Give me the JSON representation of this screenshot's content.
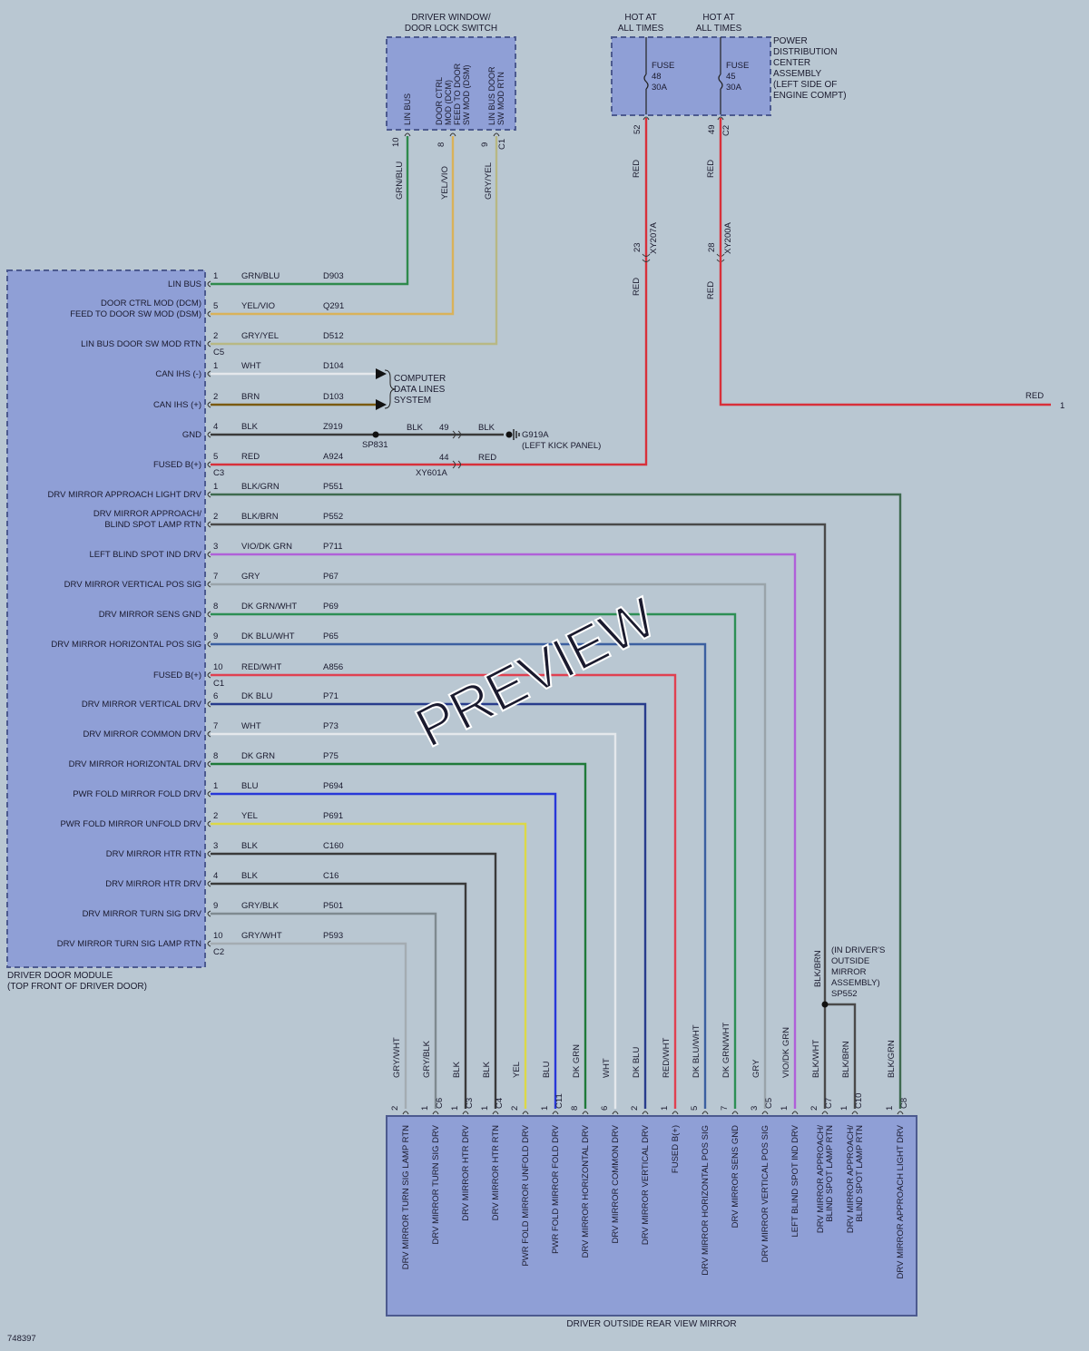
{
  "ddm": {
    "title_line1": "DRIVER DOOR MODULE",
    "title_line2": "(TOP FRONT OF DRIVER DOOR)",
    "pins": [
      {
        "label": "LIN BUS",
        "pin": "1",
        "wire": "GRN/BLU",
        "circuit": "D903"
      },
      {
        "label": "DOOR CTRL MOD (DCM)\nFEED TO DOOR SW MOD (DSM)",
        "pin": "5",
        "wire": "YEL/VIO",
        "circuit": "Q291"
      },
      {
        "label": "LIN BUS DOOR SW MOD RTN",
        "pin": "2",
        "wire": "GRY/YEL",
        "circuit": "D512",
        "connector": "C5"
      },
      {
        "label": "CAN IHS (-)",
        "pin": "1",
        "wire": "WHT",
        "circuit": "D104"
      },
      {
        "label": "CAN IHS (+)",
        "pin": "2",
        "wire": "BRN",
        "circuit": "D103"
      },
      {
        "label": "GND",
        "pin": "4",
        "wire": "BLK",
        "circuit": "Z919"
      },
      {
        "label": "FUSED B(+)",
        "pin": "5",
        "wire": "RED",
        "circuit": "A924",
        "connector": "C3"
      },
      {
        "label": "DRV MIRROR APPROACH LIGHT DRV",
        "pin": "1",
        "wire": "BLK/GRN",
        "circuit": "P551"
      },
      {
        "label": "DRV MIRROR APPROACH/\nBLIND SPOT LAMP RTN",
        "pin": "2",
        "wire": "BLK/BRN",
        "circuit": "P552"
      },
      {
        "label": "LEFT BLIND SPOT IND DRV",
        "pin": "3",
        "wire": "VIO/DK GRN",
        "circuit": "P711"
      },
      {
        "label": "DRV MIRROR VERTICAL POS SIG",
        "pin": "7",
        "wire": "GRY",
        "circuit": "P67"
      },
      {
        "label": "DRV MIRROR SENS GND",
        "pin": "8",
        "wire": "DK GRN/WHT",
        "circuit": "P69"
      },
      {
        "label": "DRV MIRROR HORIZONTAL POS SIG",
        "pin": "9",
        "wire": "DK BLU/WHT",
        "circuit": "P65"
      },
      {
        "label": "FUSED B(+)",
        "pin": "10",
        "wire": "RED/WHT",
        "circuit": "A856",
        "connector": "C1"
      },
      {
        "label": "DRV MIRROR VERTICAL DRV",
        "pin": "6",
        "wire": "DK BLU",
        "circuit": "P71"
      },
      {
        "label": "DRV MIRROR COMMON DRV",
        "pin": "7",
        "wire": "WHT",
        "circuit": "P73"
      },
      {
        "label": "DRV MIRROR HORIZONTAL DRV",
        "pin": "8",
        "wire": "DK GRN",
        "circuit": "P75"
      },
      {
        "label": "PWR FOLD MIRROR FOLD DRV",
        "pin": "1",
        "wire": "BLU",
        "circuit": "P694"
      },
      {
        "label": "PWR FOLD MIRROR UNFOLD DRV",
        "pin": "2",
        "wire": "YEL",
        "circuit": "P691"
      },
      {
        "label": "DRV MIRROR HTR RTN",
        "pin": "3",
        "wire": "BLK",
        "circuit": "C160"
      },
      {
        "label": "DRV MIRROR HTR DRV",
        "pin": "4",
        "wire": "BLK",
        "circuit": "C16"
      },
      {
        "label": "DRV MIRROR TURN SIG DRV",
        "pin": "9",
        "wire": "GRY/BLK",
        "circuit": "P501"
      },
      {
        "label": "DRV MIRROR TURN SIG LAMP RTN",
        "pin": "10",
        "wire": "GRY/WHT",
        "circuit": "P593",
        "connector": "C2"
      }
    ]
  },
  "switch": {
    "title_line1": "DRIVER WINDOW/",
    "title_line2": "DOOR LOCK SWITCH",
    "pins": [
      {
        "label": "LIN BUS",
        "pin": "10",
        "wire": "GRN/BLU"
      },
      {
        "label": "DOOR CTRL\nMOD (DCM)\nFEED TO DOOR\nSW MOD (DSM)",
        "pin": "8",
        "wire": "YEL/VIO"
      },
      {
        "label": "LIN BUS DOOR\nSW MOD RTN",
        "pin": "9",
        "wire": "GRY/YEL"
      }
    ],
    "connector": "C1"
  },
  "pdc": {
    "title": "POWER\nDISTRIBUTION\nCENTER\nASSEMBLY\n(LEFT SIDE OF\nENGINE COMPT)",
    "hot1": "HOT AT\nALL TIMES",
    "hot2": "HOT AT\nALL TIMES",
    "fuse1": "FUSE\n48\n30A",
    "fuse2": "FUSE\n45\n30A",
    "pin1": "52",
    "pin2": "49",
    "connector": "C2",
    "wire": "RED",
    "inline1_pin": "23",
    "inline1_conn": "XY207A",
    "inline2_pin": "28",
    "inline2_conn": "XY200A",
    "out_wire": "RED",
    "out_ref": "1"
  },
  "can": {
    "label": "COMPUTER\nDATA LINES\nSYSTEM"
  },
  "ground": {
    "splice": "SP831",
    "wire1": "BLK",
    "pin": "49",
    "wire2": "BLK",
    "label": "G919A\n(LEFT KICK PANEL)"
  },
  "fused_inline": {
    "pin": "44",
    "conn": "XY601A",
    "wire": "RED"
  },
  "mirror_splice": {
    "label": "(IN DRIVER'S\nOUTSIDE\nMIRROR\nASSEMBLY)\nSP552",
    "wire": "BLK/BRN"
  },
  "mirror": {
    "title": "DRIVER OUTSIDE REAR VIEW MIRROR",
    "pins": [
      {
        "label": "DRV MIRROR TURN SIG LAMP RTN",
        "pin": "2",
        "wire": "GRY/WHT"
      },
      {
        "label": "DRV MIRROR TURN SIG DRV",
        "pin": "1",
        "wire": "GRY/BLK",
        "connector": "C6"
      },
      {
        "label": "DRV MIRROR HTR DRV",
        "pin": "1",
        "wire": "BLK",
        "connector": "C3"
      },
      {
        "label": "DRV MIRROR HTR RTN",
        "pin": "1",
        "wire": "BLK",
        "connector": "C4"
      },
      {
        "label": "PWR FOLD MIRROR UNFOLD DRV",
        "pin": "2",
        "wire": "YEL"
      },
      {
        "label": "PWR FOLD MIRROR FOLD DRV",
        "pin": "1",
        "wire": "BLU",
        "connector": "C11"
      },
      {
        "label": "DRV MIRROR HORIZONTAL DRV",
        "pin": "8",
        "wire": "DK GRN"
      },
      {
        "label": "DRV MIRROR COMMON DRV",
        "pin": "6",
        "wire": "WHT"
      },
      {
        "label": "DRV MIRROR VERTICAL DRV",
        "pin": "2",
        "wire": "DK BLU"
      },
      {
        "label": "FUSED B(+)",
        "pin": "1",
        "wire": "RED/WHT"
      },
      {
        "label": "DRV MIRROR HORIZONTAL POS SIG",
        "pin": "5",
        "wire": "DK BLU/WHT"
      },
      {
        "label": "DRV MIRROR SENS GND",
        "pin": "7",
        "wire": "DK GRN/WHT"
      },
      {
        "label": "DRV MIRROR VERTICAL POS SIG",
        "pin": "3",
        "wire": "GRY",
        "connector": "C5"
      },
      {
        "label": "LEFT BLIND SPOT IND DRV",
        "pin": "1",
        "wire": "VIO/DK GRN"
      },
      {
        "label": "DRV MIRROR APPROACH/\nBLIND SPOT LAMP RTN",
        "pin": "2",
        "wire": "BLK/WHT",
        "connector": "C7"
      },
      {
        "label": "DRV MIRROR APPROACH/\nBLIND SPOT LAMP RTN",
        "pin": "1",
        "wire": "BLK/BRN",
        "connector": "C10"
      },
      {
        "label": "DRV MIRROR APPROACH LIGHT DRV",
        "pin": "1",
        "wire": "BLK/GRN",
        "connector": "C8"
      }
    ]
  },
  "watermark": "PREVIEW",
  "figure_id": "748397",
  "colors": {
    "GRN/BLU": "#2f8a4c",
    "YEL/VIO": "#d9b25a",
    "GRY/YEL": "#b8b884",
    "WHT": "#e4e8ec",
    "BRN": "#7a5a10",
    "BLK": "#3a3a3a",
    "RED": "#d8303a",
    "BLK/GRN": "#3f6a4f",
    "BLK/BRN": "#4a4a4a",
    "VIO/DK GRN": "#b060d8",
    "GRY": "#9aa4aa",
    "DK GRN/WHT": "#2d8f55",
    "DK BLU/WHT": "#3b5fa0",
    "RED/WHT": "#e04050",
    "DK BLU": "#283c8c",
    "DK GRN": "#1f7a3a",
    "BLU": "#2838d8",
    "YEL": "#dcd848",
    "GRY/BLK": "#7f8a90",
    "GRY/WHT": "#a4acb2",
    "BLK/WHT": "#4a4a4a"
  }
}
